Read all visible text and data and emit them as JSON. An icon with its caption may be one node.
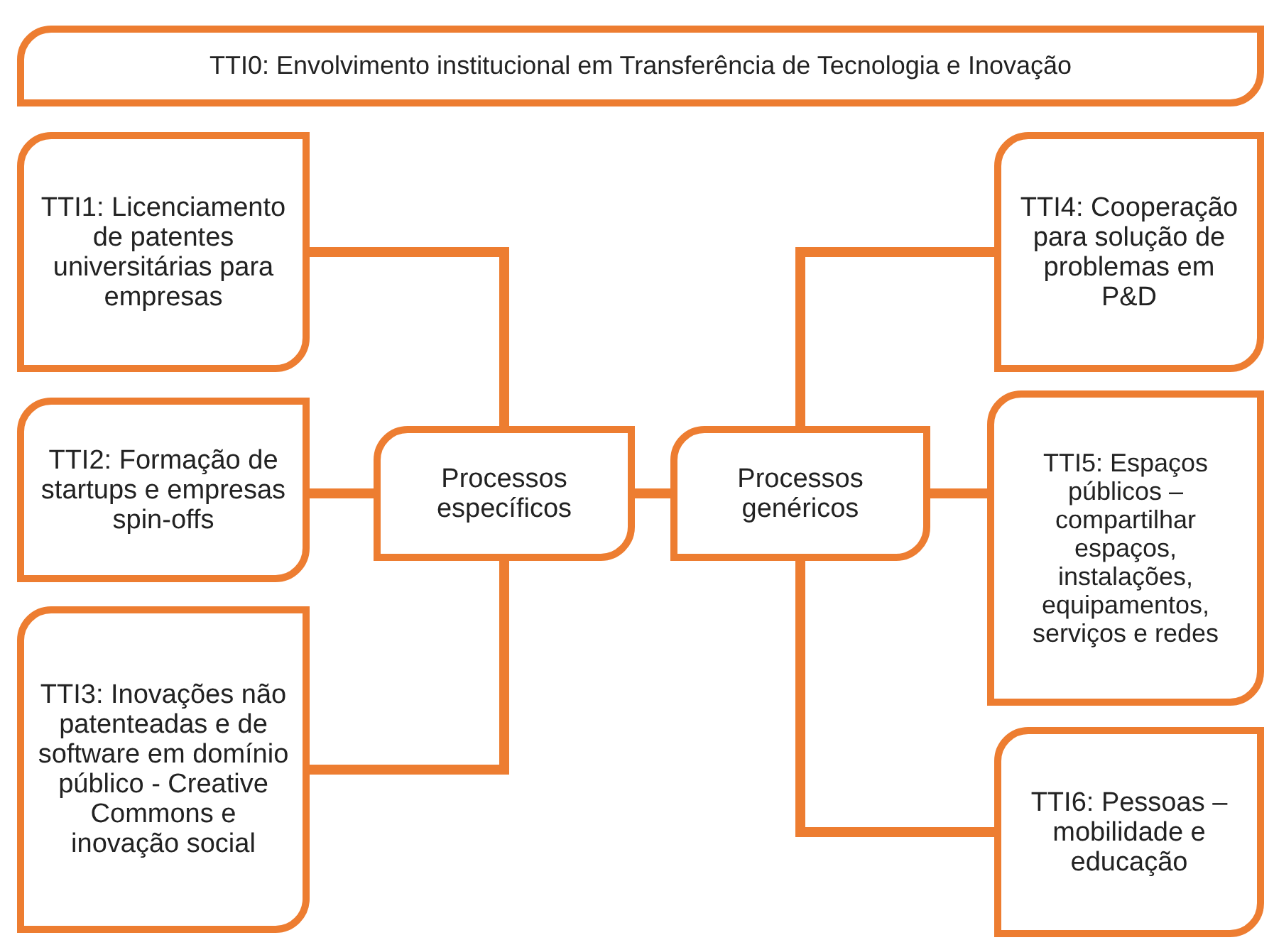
{
  "diagram": {
    "nodes": [
      {
        "text": [
          "TTI0: Envolvimento institucional em Transferência de Tecnologia e Inovação"
        ]
      },
      {
        "text": [
          "TTI1: Licenciamento de patentes universitárias para empresas"
        ]
      },
      {
        "text": [
          "TTI2: Formação de startups e empresas spin-offs"
        ]
      },
      {
        "text": [
          "TTI3: Inovações não patenteadas e de software em domínio público - Creative Commons e inovação social"
        ]
      },
      {
        "text": [
          "Processos específicos"
        ]
      },
      {
        "text": [
          "Processos genéricos"
        ]
      },
      {
        "text": [
          "TTI4: Cooperação para solução de problemas em P&D"
        ]
      },
      {
        "text": [
          "TTI5: Espaços públicos – compartilhar espaços, instalações, equipamentos, serviços e redes"
        ]
      },
      {
        "text": [
          "TTI6: Pessoas – mobilidade e educação"
        ]
      }
    ],
    "edges": [
      {
        "from": 4,
        "to": 1,
        "arrow": "none"
      },
      {
        "from": 4,
        "to": 2,
        "arrow": "none"
      },
      {
        "from": 4,
        "to": 3,
        "arrow": "none"
      },
      {
        "from": 4,
        "to": 5,
        "arrow": "none"
      },
      {
        "from": 5,
        "to": 6,
        "arrow": "none"
      },
      {
        "from": 5,
        "to": 7,
        "arrow": "none"
      },
      {
        "from": 5,
        "to": 8,
        "arrow": "none"
      }
    ]
  }
}
